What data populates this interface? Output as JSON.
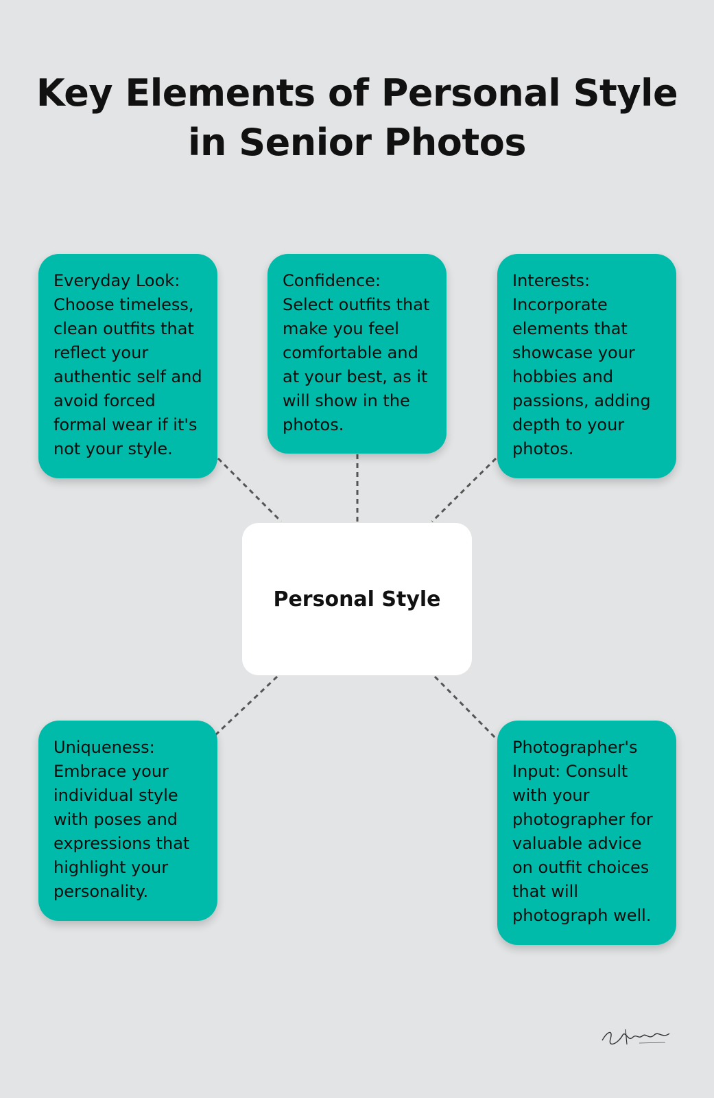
{
  "title": "Key Elements of Personal Style in Senior Photos",
  "center": {
    "label": "Personal Style"
  },
  "cards": [
    {
      "text": "Everyday Look: Choose timeless, clean outfits that reflect your authentic self and avoid forced formal wear if it's not your style."
    },
    {
      "text": "Confidence: Select outfits that make you feel comfortable and at your best, as it will show in the photos."
    },
    {
      "text": "Interests: Incorporate elements that showcase your hobbies and passions, adding depth to your photos."
    },
    {
      "text": "Uniqueness: Embrace your individual style with poses and expressions that highlight your personality."
    },
    {
      "text": "Photographer's Input: Consult with your photographer for valuable advice on outfit choices that will photograph well."
    }
  ],
  "colors": {
    "background": "#e2e4e5",
    "card": "#00bba9",
    "center_card": "#ffffff",
    "connector": "#555555",
    "text": "#111111"
  },
  "signature": {
    "kind": "handwritten photographer signature logo"
  }
}
